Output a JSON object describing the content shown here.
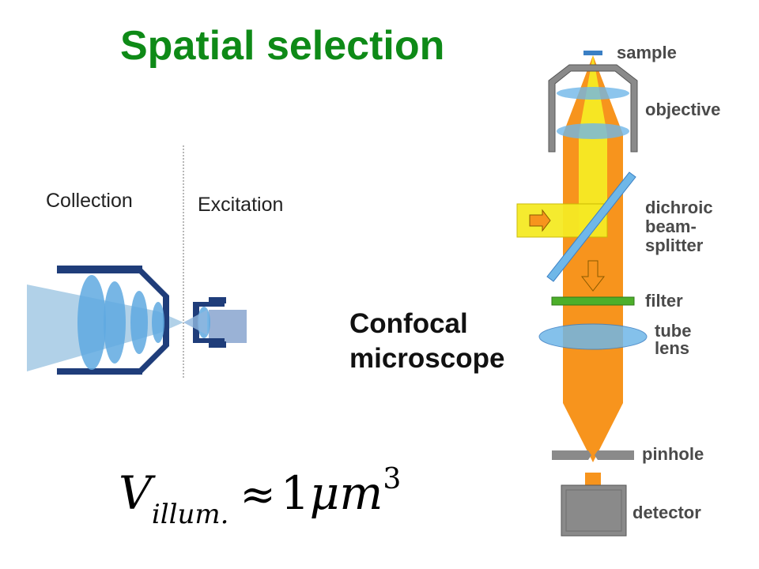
{
  "title": "Spatial selection",
  "left_diagram": {
    "collection_label": "Collection",
    "excitation_label": "Excitation"
  },
  "confocal_label": {
    "line1": "Confocal",
    "line2": "microscope"
  },
  "microscope_labels": {
    "sample": "sample",
    "objective": "objective",
    "dichroic_line1": "dichroic",
    "dichroic_line2": "beam-",
    "dichroic_line3": "splitter",
    "filter": "filter",
    "tube_lens_line1": "tube",
    "tube_lens_line2": "lens",
    "pinhole": "pinhole",
    "detector": "detector"
  },
  "formula": {
    "variable": "V",
    "subscript": "illum.",
    "relation": "≈",
    "value": "1",
    "unit_mu": "μ",
    "unit_m": "m",
    "exponent": "3"
  },
  "colors": {
    "title_green": "#0e8a17",
    "beam_orange": "#f7941d",
    "beam_yellow": "#f5ea24",
    "lens_blue": "#6fb7e8",
    "mount_navy": "#1f3d7a",
    "gray": "#8a8a8a"
  }
}
